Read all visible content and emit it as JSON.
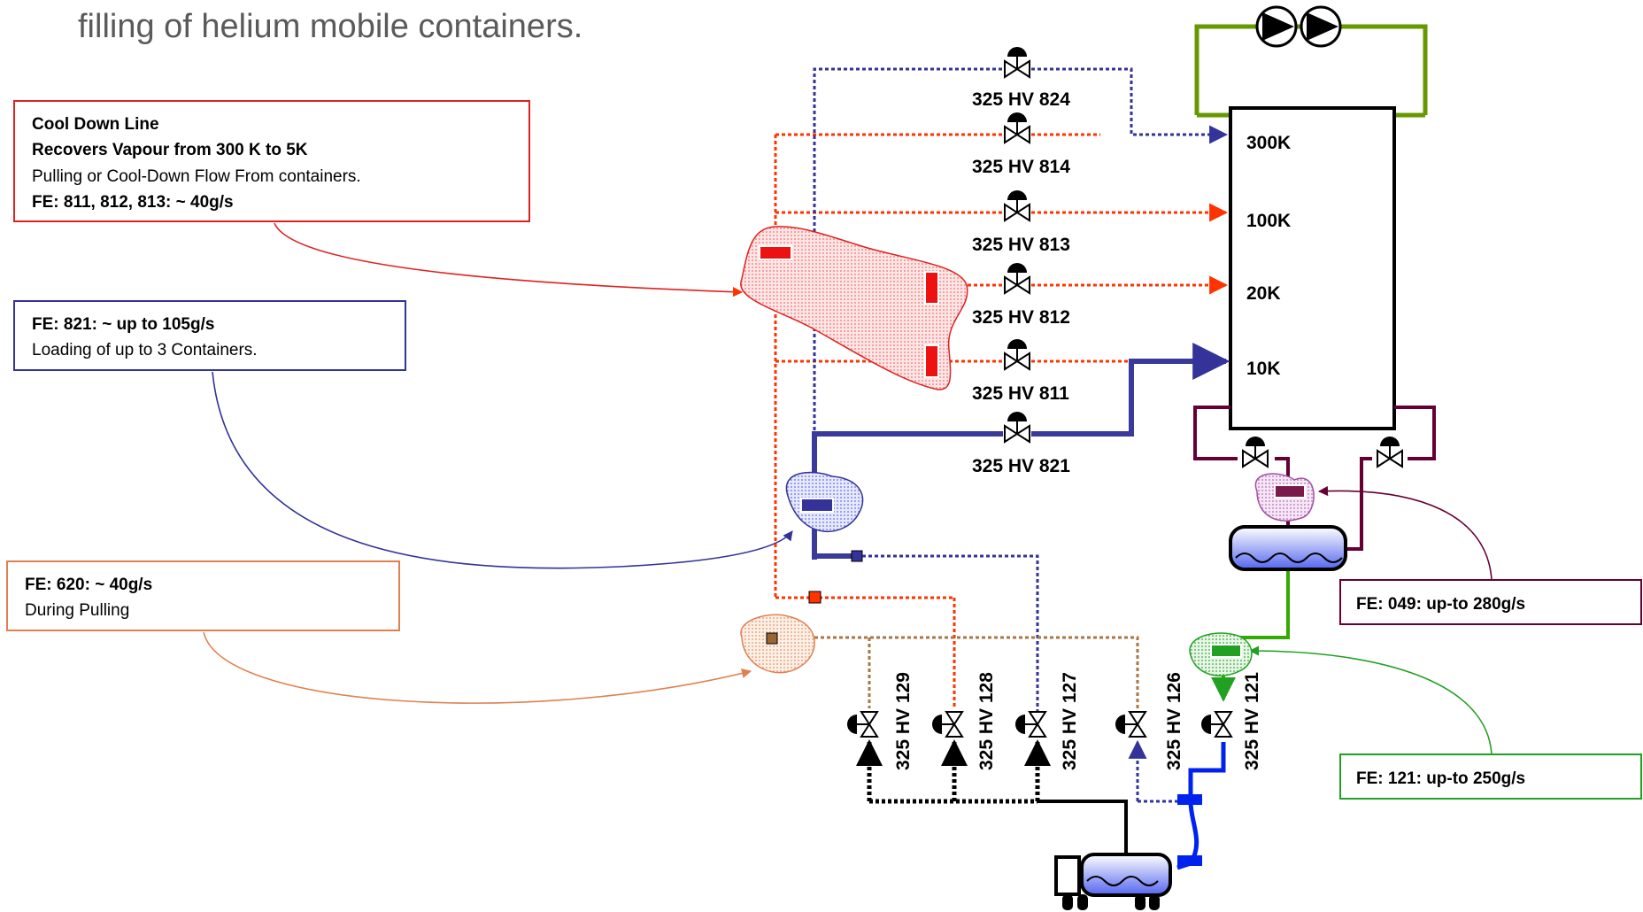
{
  "heading": "filling of helium mobile containers.",
  "callouts": {
    "cooldown": {
      "line1": "Cool Down Line",
      "line2": "Recovers Vapour from 300 K to 5K",
      "line3": "Pulling or Cool-Down Flow From containers.",
      "line4": "FE: 811, 812, 813: ~ 40g/s"
    },
    "fe821": {
      "line1": "FE: 821: ~ up to 105g/s",
      "line2": "Loading of up to 3 Containers."
    },
    "fe620": {
      "line1": "FE: 620: ~  40g/s",
      "line2": "During Pulling"
    },
    "fe049": {
      "line1": "FE: 049: up-to 280g/s"
    },
    "fe121": {
      "line1": "FE: 121: up-to 250g/s"
    }
  },
  "cold_box": {
    "levels": [
      "300K",
      "100K",
      "20K",
      "10K"
    ]
  },
  "valves": {
    "hv824": "325 HV 824",
    "hv814": "325 HV 814",
    "hv813": "325 HV 813",
    "hv812": "325 HV 812",
    "hv811": "325 HV 811",
    "hv821": "325 HV 821",
    "hv129": "325 HV 129",
    "hv128": "325 HV 128",
    "hv127": "325 HV 127",
    "hv126": "325 HV 126",
    "hv121": "325 HV 121"
  },
  "colors": {
    "red_line": "#ff3300",
    "blue_line": "#333399",
    "dark_blue_line": "#3a3a9a",
    "green_line": "#33aa00",
    "maroon_line": "#660033",
    "brown_line": "#aa7744",
    "olive_line": "#669900",
    "callout_red": "#e02020",
    "callout_blue": "#333399",
    "callout_orange": "#e08050",
    "callout_maroon": "#660033",
    "callout_green": "#22a022"
  }
}
